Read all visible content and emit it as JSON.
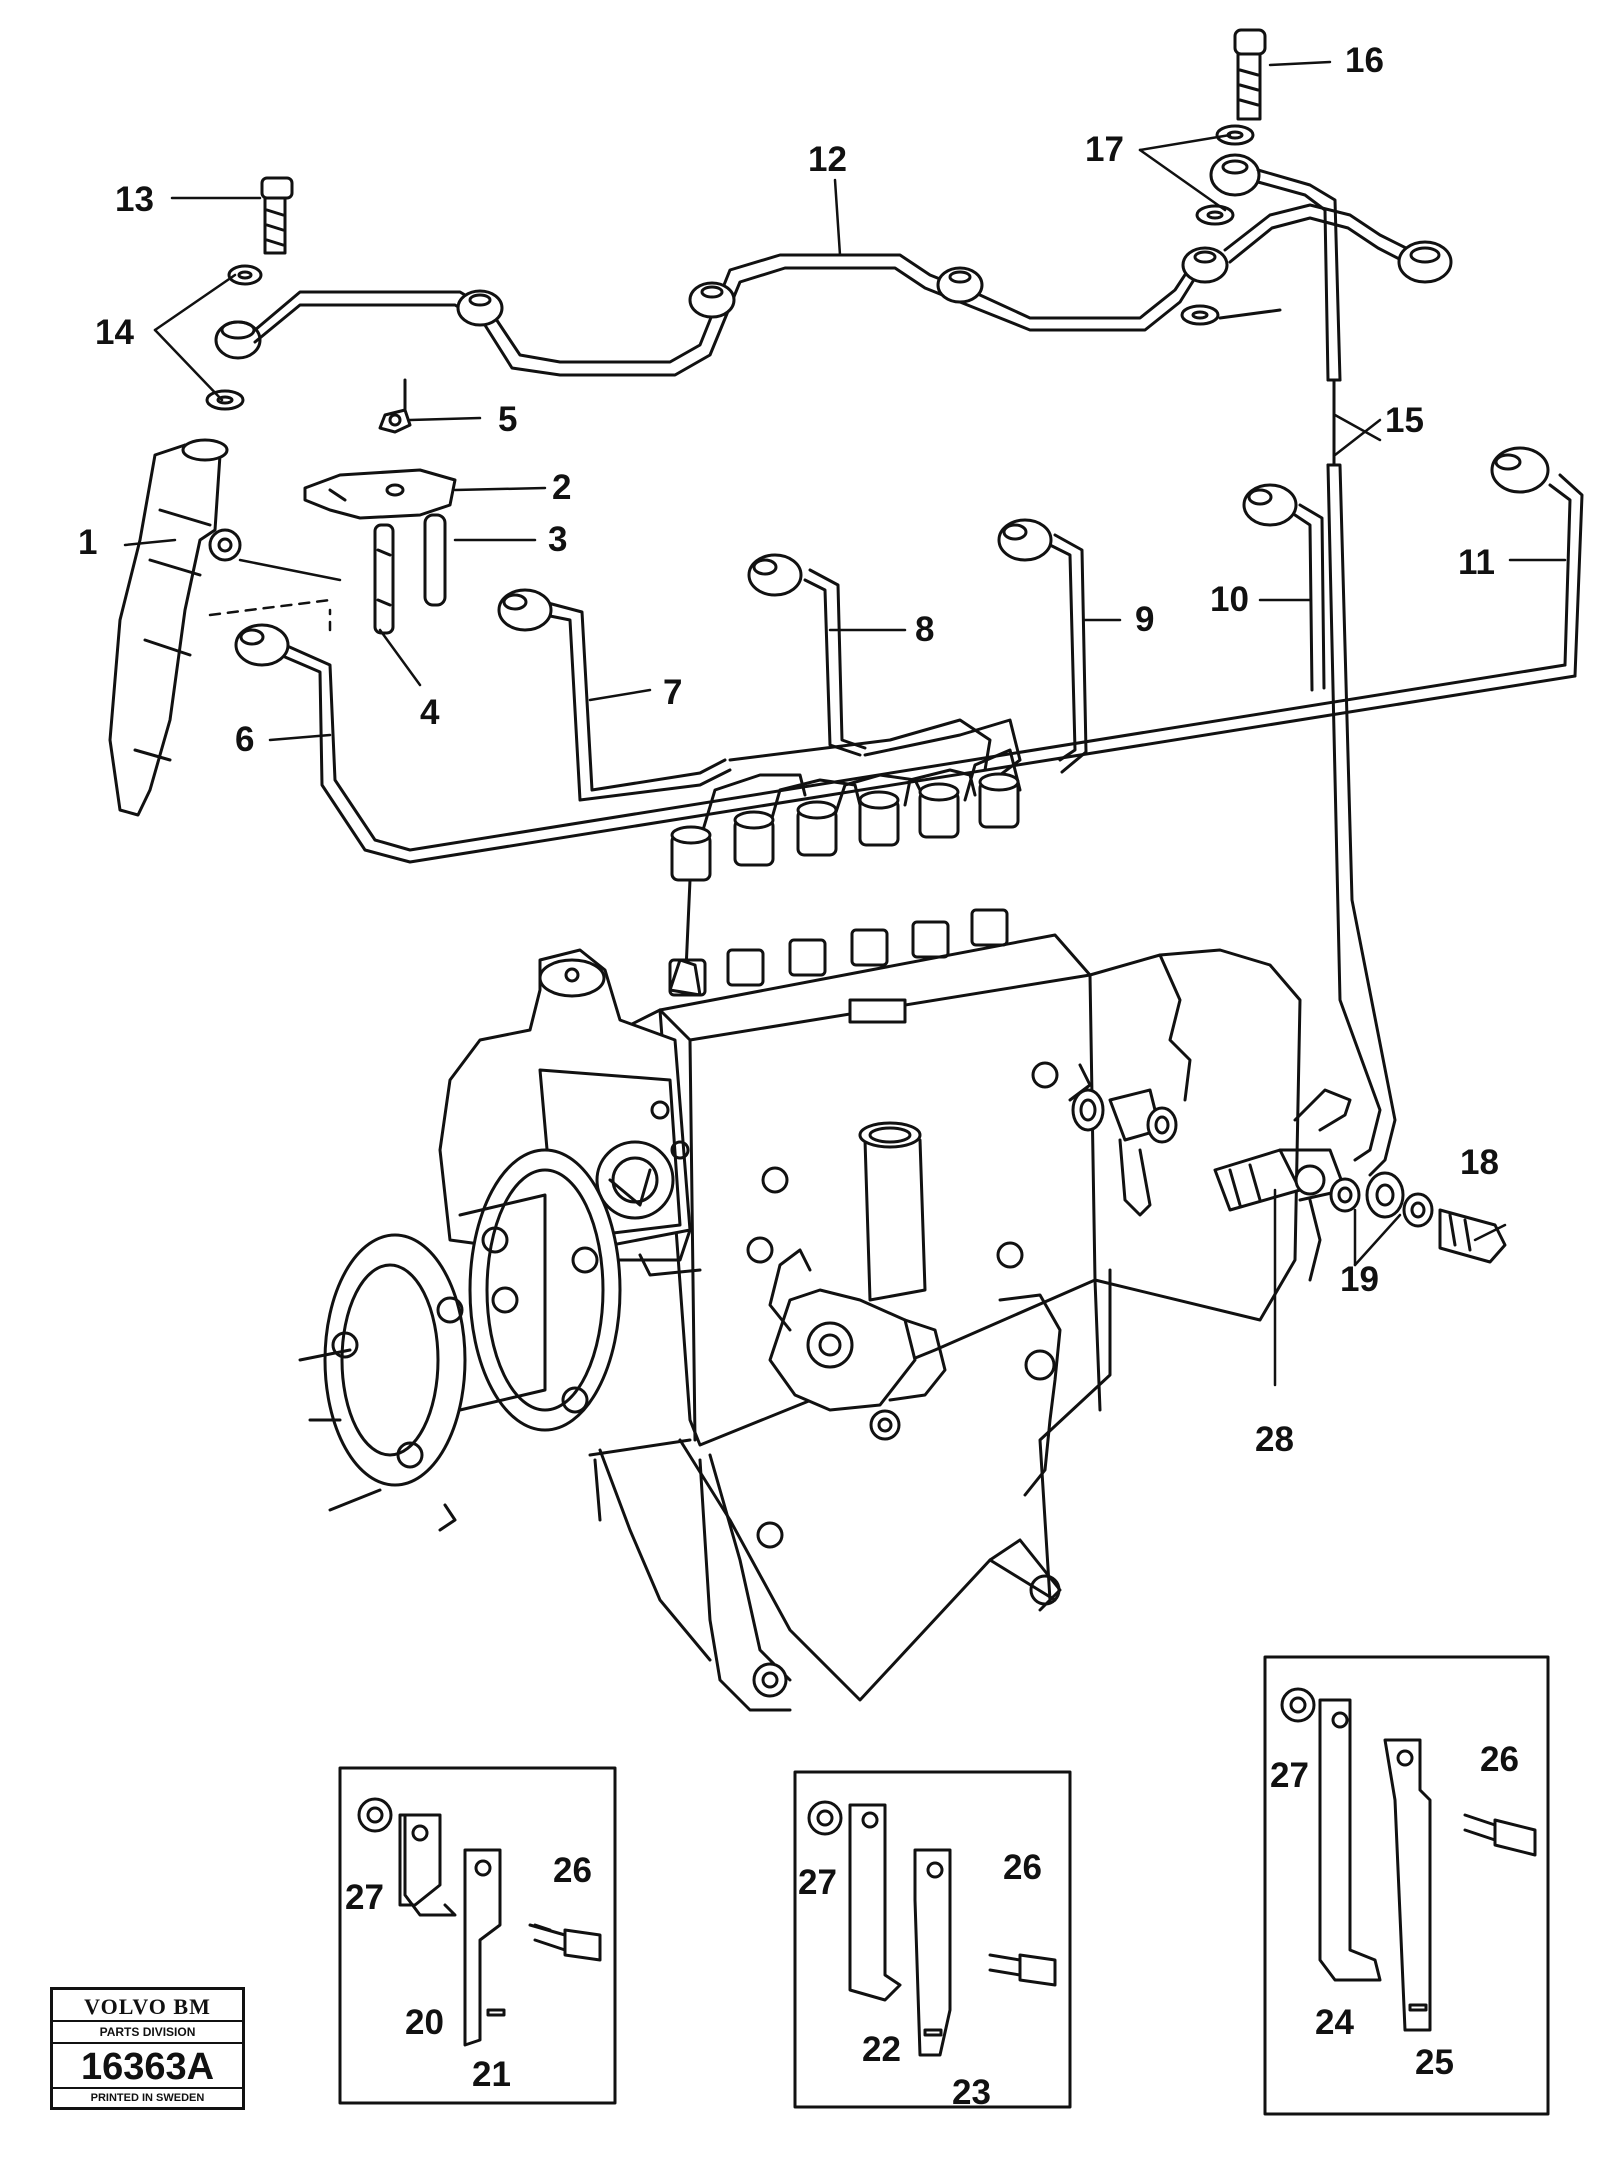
{
  "callouts": [
    "1",
    "2",
    "3",
    "4",
    "5",
    "6",
    "7",
    "8",
    "9",
    "10",
    "11",
    "12",
    "13",
    "14",
    "15",
    "16",
    "17",
    "18",
    "19",
    "20",
    "21",
    "22",
    "23",
    "24",
    "25",
    "26",
    "27",
    "28"
  ],
  "inset_left": {
    "nut": "27",
    "screw": "26",
    "bracket_a": "20",
    "bracket_b": "21"
  },
  "inset_middle": {
    "nut": "27",
    "screw": "26",
    "bracket_a": "22",
    "bracket_b": "23"
  },
  "inset_right": {
    "nut": "27",
    "screw": "26",
    "bracket_a": "24",
    "bracket_b": "25"
  },
  "badge": {
    "brand": "VOLVO BM",
    "division": "PARTS DIVISION",
    "number": "16363A",
    "printed": "PRINTED IN SWEDEN"
  }
}
